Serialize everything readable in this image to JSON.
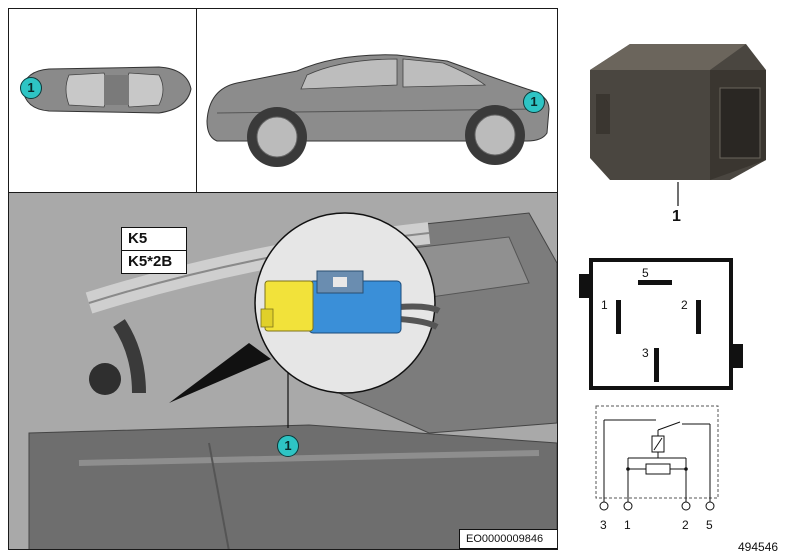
{
  "markers": {
    "top_view": "1",
    "side_view": "1",
    "engine_bay": "1"
  },
  "labels": {
    "connector_primary": "K5",
    "connector_secondary": "K5*2B"
  },
  "relay": {
    "part_number": "1",
    "pins": {
      "p5": "5",
      "p1": "1",
      "p2": "2",
      "p3": "3"
    },
    "circuit_pins": {
      "c3": "3",
      "c1": "1",
      "c2": "2",
      "c5": "5"
    }
  },
  "codes": {
    "image_code": "EO0000009846",
    "figure_id": "494546"
  },
  "colors": {
    "marker_fill": "#2ec4c4",
    "connector_yellow": "#f2e23a",
    "connector_blue": "#3a8fd8"
  }
}
